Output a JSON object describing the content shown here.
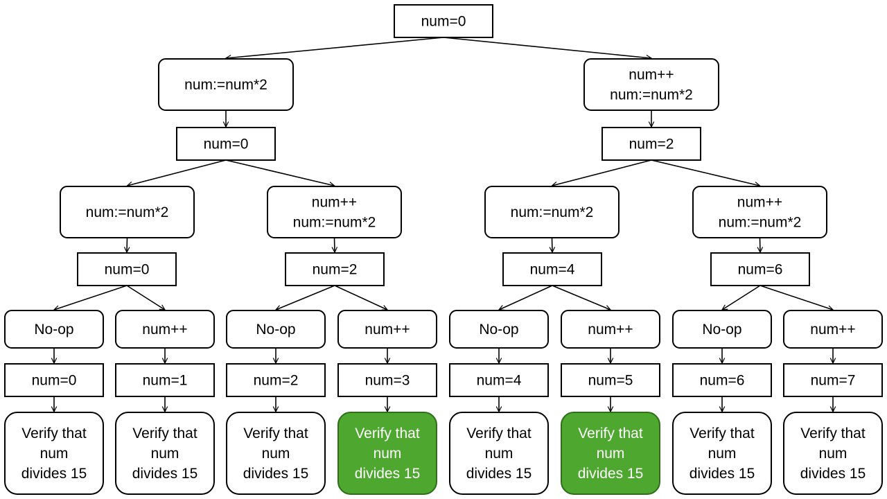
{
  "colors": {
    "stroke": "#000000",
    "fill": "#ffffff",
    "highlight_fill": "#4ea72e",
    "highlight_stroke": "#2f6d1a",
    "highlight_text": "#ffffff"
  },
  "nodes": {
    "root": {
      "lines": [
        "num=0"
      ]
    },
    "L_op": {
      "lines": [
        "num:=num*2"
      ]
    },
    "R_op": {
      "lines": [
        "num++",
        "num:=num*2"
      ]
    },
    "L_val": {
      "lines": [
        "num=0"
      ]
    },
    "R_val": {
      "lines": [
        "num=2"
      ]
    },
    "LL_op": {
      "lines": [
        "num:=num*2"
      ]
    },
    "LR_op": {
      "lines": [
        "num++",
        "num:=num*2"
      ]
    },
    "RL_op": {
      "lines": [
        "num:=num*2"
      ]
    },
    "RR_op": {
      "lines": [
        "num++",
        "num:=num*2"
      ]
    },
    "LL_val": {
      "lines": [
        "num=0"
      ]
    },
    "LR_val": {
      "lines": [
        "num=2"
      ]
    },
    "RL_val": {
      "lines": [
        "num=4"
      ]
    },
    "RR_val": {
      "lines": [
        "num=6"
      ]
    },
    "op0": {
      "lines": [
        "No-op"
      ]
    },
    "op1": {
      "lines": [
        "num++"
      ]
    },
    "op2": {
      "lines": [
        "No-op"
      ]
    },
    "op3": {
      "lines": [
        "num++"
      ]
    },
    "op4": {
      "lines": [
        "No-op"
      ]
    },
    "op5": {
      "lines": [
        "num++"
      ]
    },
    "op6": {
      "lines": [
        "No-op"
      ]
    },
    "op7": {
      "lines": [
        "num++"
      ]
    },
    "val0": {
      "lines": [
        "num=0"
      ]
    },
    "val1": {
      "lines": [
        "num=1"
      ]
    },
    "val2": {
      "lines": [
        "num=2"
      ]
    },
    "val3": {
      "lines": [
        "num=3"
      ]
    },
    "val4": {
      "lines": [
        "num=4"
      ]
    },
    "val5": {
      "lines": [
        "num=5"
      ]
    },
    "val6": {
      "lines": [
        "num=6"
      ]
    },
    "val7": {
      "lines": [
        "num=7"
      ]
    },
    "chk0": {
      "lines": [
        "Verify that",
        "num",
        "divides 15"
      ],
      "highlight": false
    },
    "chk1": {
      "lines": [
        "Verify that",
        "num",
        "divides 15"
      ],
      "highlight": false
    },
    "chk2": {
      "lines": [
        "Verify that",
        "num",
        "divides 15"
      ],
      "highlight": false
    },
    "chk3": {
      "lines": [
        "Verify that",
        "num",
        "divides 15"
      ],
      "highlight": true
    },
    "chk4": {
      "lines": [
        "Verify that",
        "num",
        "divides 15"
      ],
      "highlight": false
    },
    "chk5": {
      "lines": [
        "Verify that",
        "num",
        "divides 15"
      ],
      "highlight": true
    },
    "chk6": {
      "lines": [
        "Verify that",
        "num",
        "divides 15"
      ],
      "highlight": false
    },
    "chk7": {
      "lines": [
        "Verify that",
        "num",
        "divides 15"
      ],
      "highlight": false
    }
  },
  "edges": [
    [
      "root",
      "L_op"
    ],
    [
      "root",
      "R_op"
    ],
    [
      "L_op",
      "L_val"
    ],
    [
      "R_op",
      "R_val"
    ],
    [
      "L_val",
      "LL_op"
    ],
    [
      "L_val",
      "LR_op"
    ],
    [
      "R_val",
      "RL_op"
    ],
    [
      "R_val",
      "RR_op"
    ],
    [
      "LL_op",
      "LL_val"
    ],
    [
      "LR_op",
      "LR_val"
    ],
    [
      "RL_op",
      "RL_val"
    ],
    [
      "RR_op",
      "RR_val"
    ],
    [
      "LL_val",
      "op0"
    ],
    [
      "LL_val",
      "op1"
    ],
    [
      "LR_val",
      "op2"
    ],
    [
      "LR_val",
      "op3"
    ],
    [
      "RL_val",
      "op4"
    ],
    [
      "RL_val",
      "op5"
    ],
    [
      "RR_val",
      "op6"
    ],
    [
      "RR_val",
      "op7"
    ],
    [
      "op0",
      "val0"
    ],
    [
      "op1",
      "val1"
    ],
    [
      "op2",
      "val2"
    ],
    [
      "op3",
      "val3"
    ],
    [
      "op4",
      "val4"
    ],
    [
      "op5",
      "val5"
    ],
    [
      "op6",
      "val6"
    ],
    [
      "op7",
      "val7"
    ],
    [
      "val0",
      "chk0"
    ],
    [
      "val1",
      "chk1"
    ],
    [
      "val2",
      "chk2"
    ],
    [
      "val3",
      "chk3"
    ],
    [
      "val4",
      "chk4"
    ],
    [
      "val5",
      "chk5"
    ],
    [
      "val6",
      "chk6"
    ],
    [
      "val7",
      "chk7"
    ]
  ]
}
